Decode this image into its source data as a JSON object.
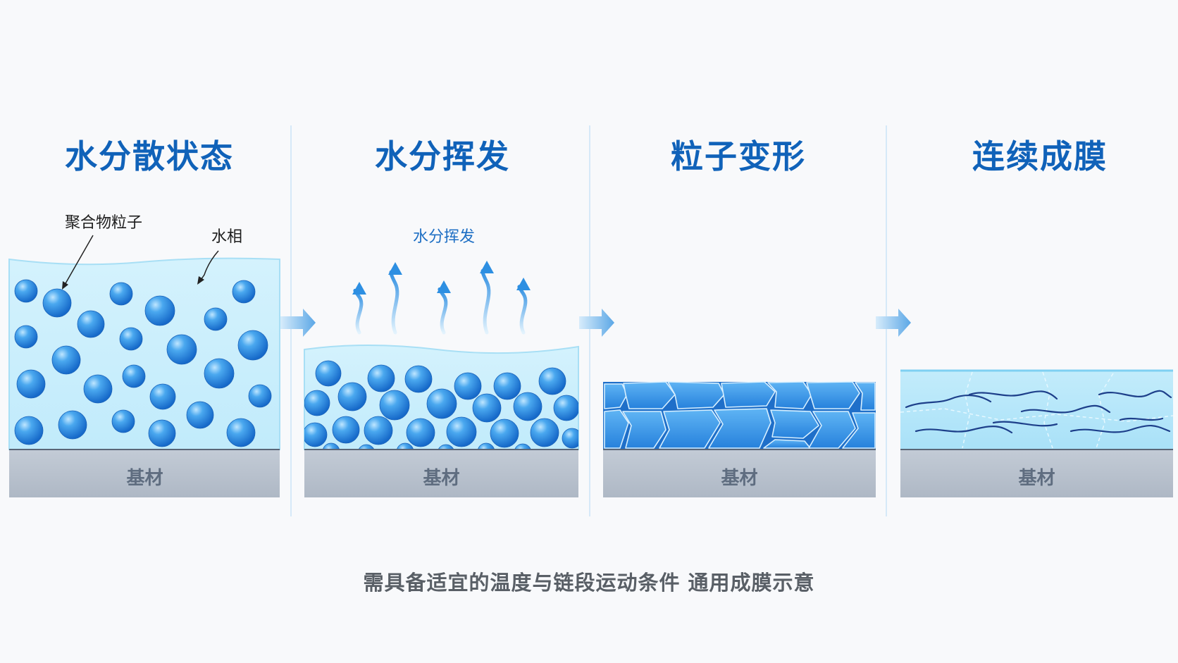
{
  "stages": [
    {
      "title": "水分散状态"
    },
    {
      "title": "水分挥发"
    },
    {
      "title": "粒子变形"
    },
    {
      "title": "连续成膜"
    }
  ],
  "labels": {
    "polymer_particle": "聚合物粒子",
    "water_phase": "水相",
    "evaporation": "水分挥发",
    "substrate": "基材"
  },
  "caption": "需具备适宜的温度与链段运动条件  通用成膜示意",
  "colors": {
    "title_blue": "#1062b9",
    "water": "#cbeefb",
    "particle": "#2d8fe0",
    "substrate": "#b7c0cc",
    "film_line": "#1d3f8a"
  }
}
